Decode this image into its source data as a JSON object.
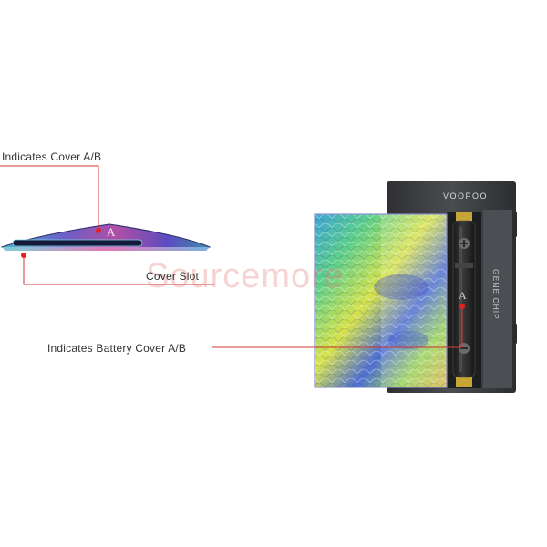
{
  "callouts": {
    "cover_ab": "Indicates Cover A/B",
    "cover_slot": "Cover Slot",
    "battery_cover_ab": "Indicates Battery Cover A/B"
  },
  "cover_letter": "A",
  "battery_letter": "A",
  "device": {
    "brand": "VOOPOO",
    "chip_label": "GENE CHIP"
  },
  "watermark": "Sourcemore",
  "colors": {
    "callout_line": "#d13a3a",
    "callout_dot": "#e02424",
    "device_body": "#3d3f42"
  }
}
